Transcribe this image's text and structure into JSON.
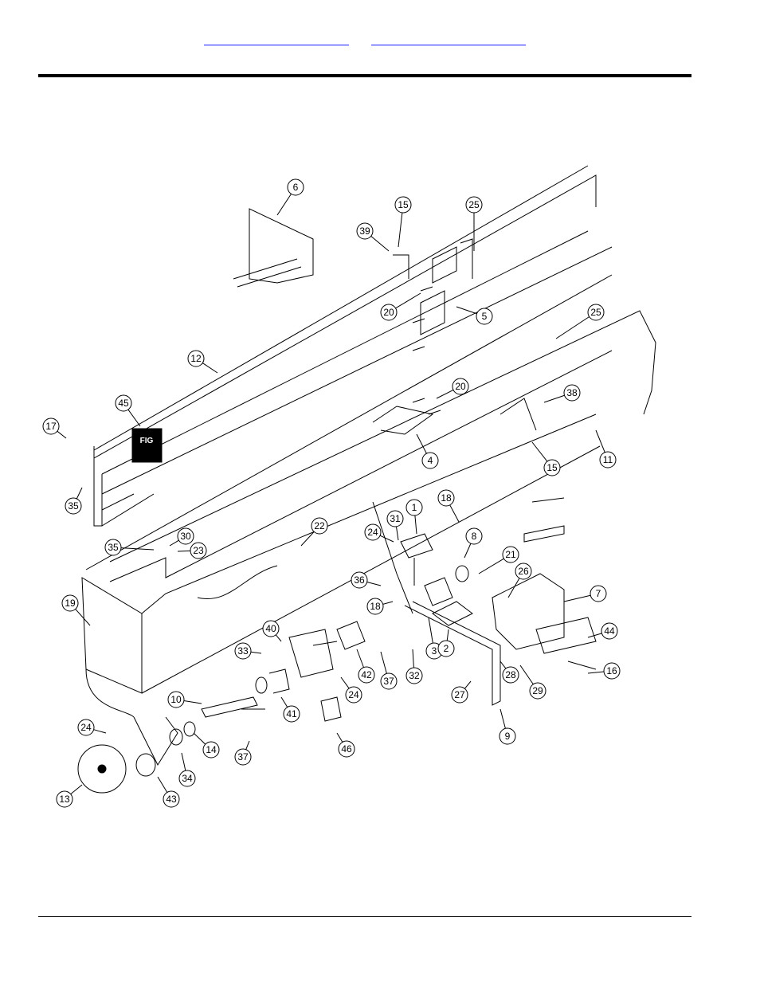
{
  "nav": {
    "link_1": "",
    "link_2": ""
  },
  "diagram": {
    "callouts": [
      "6",
      "15",
      "25",
      "39",
      "20",
      "5",
      "25",
      "12",
      "20",
      "38",
      "45",
      "17",
      "4",
      "15",
      "11",
      "35",
      "18",
      "1",
      "22",
      "31",
      "24",
      "8",
      "35",
      "30",
      "23",
      "21",
      "26",
      "36",
      "7",
      "18",
      "19",
      "40",
      "3",
      "2",
      "44",
      "33",
      "42",
      "37",
      "32",
      "24",
      "28",
      "29",
      "16",
      "27",
      "10",
      "41",
      "14",
      "24",
      "46",
      "37",
      "9",
      "43",
      "34",
      "13"
    ],
    "decal_text": "FIG"
  }
}
